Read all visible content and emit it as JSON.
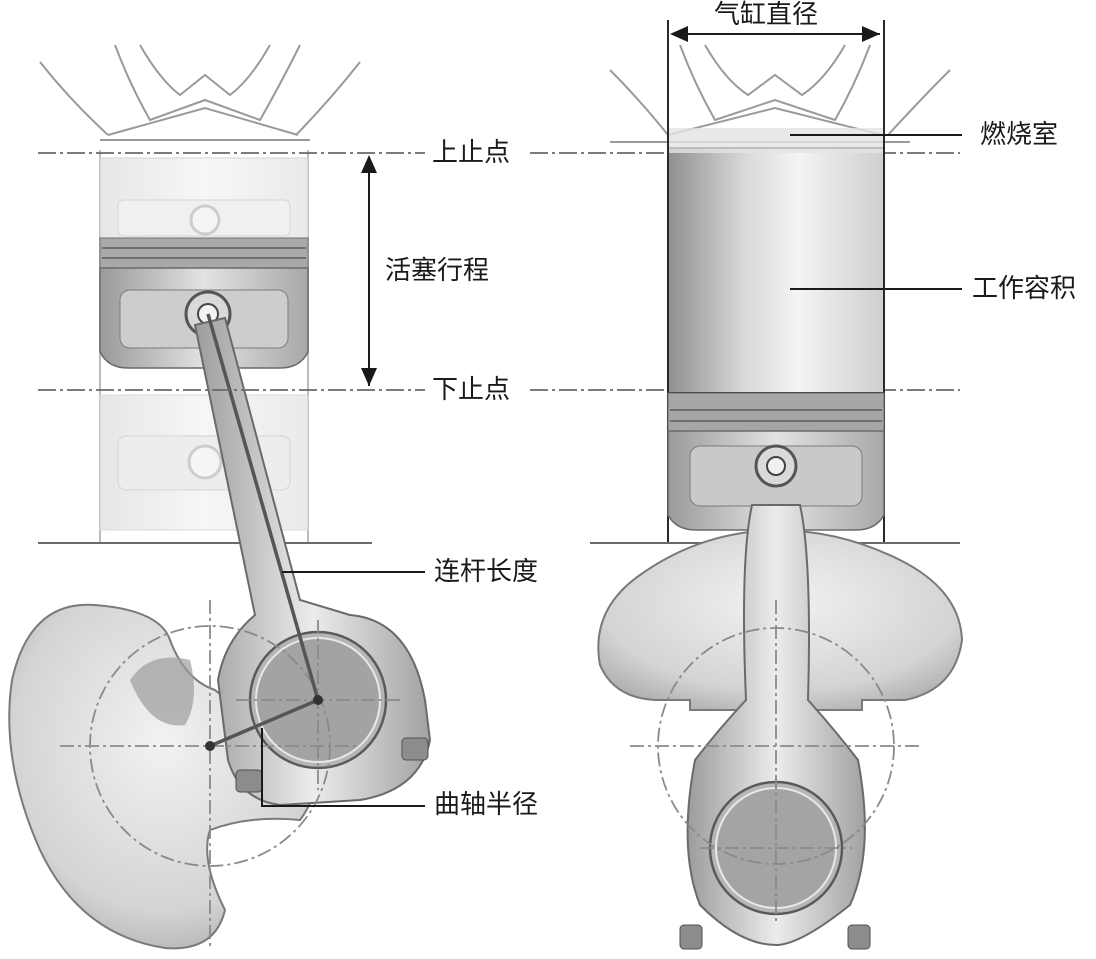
{
  "labels": {
    "top_dead_center": "上止点",
    "piston_stroke": "活塞行程",
    "bottom_dead_center": "下止点",
    "conrod_length": "连杆长度",
    "crank_radius": "曲轴半径",
    "cylinder_bore": "气缸直径",
    "combustion_chamber": "燃烧室",
    "displacement": "工作容积"
  },
  "colors": {
    "line": "#1a1a1a",
    "metal_light": "#e6e6e6",
    "metal_mid": "#b8b8b8",
    "metal_dark": "#7a7a7a",
    "volume_shade": "#c9c9c9"
  }
}
